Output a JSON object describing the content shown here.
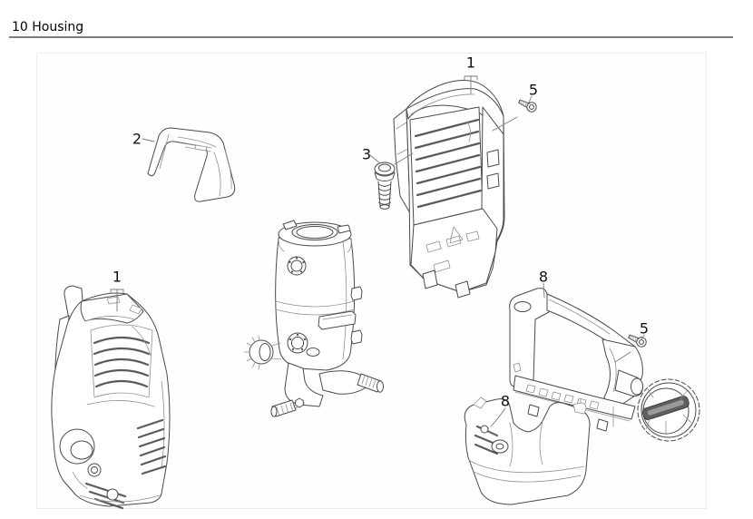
{
  "page": {
    "title": "10 Housing"
  },
  "diagram": {
    "callouts": [
      {
        "label": "1"
      },
      {
        "label": "5"
      },
      {
        "label": "2"
      },
      {
        "label": "3"
      },
      {
        "label": "1"
      },
      {
        "label": "8"
      },
      {
        "label": "5"
      },
      {
        "label": "8"
      }
    ]
  }
}
